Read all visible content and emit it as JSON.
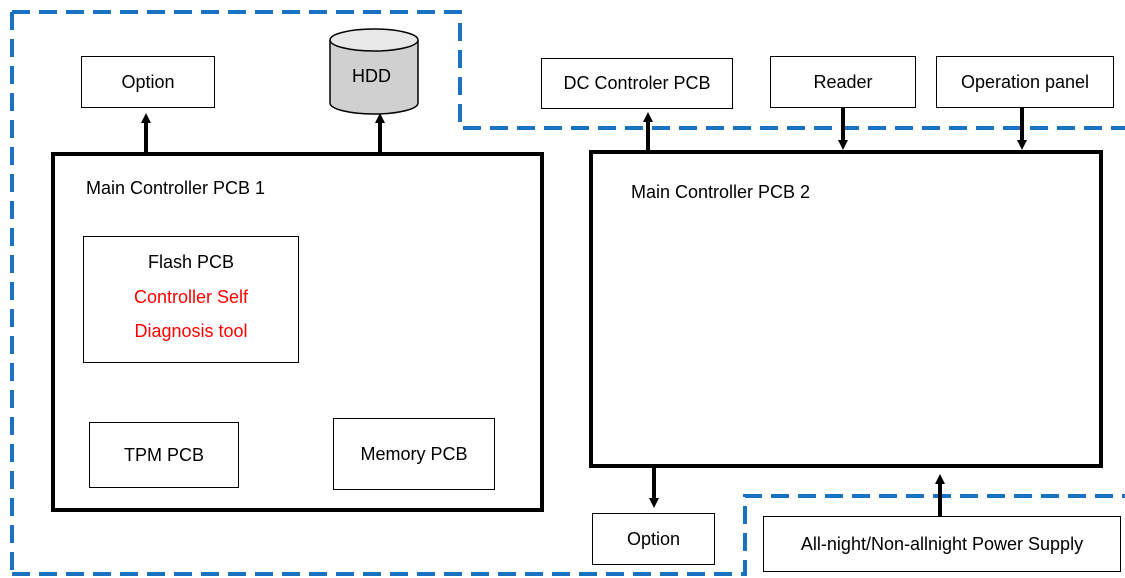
{
  "colors": {
    "dashed_border": "#1a73c2",
    "text_accent": "#ff0000",
    "line": "#000000",
    "hdd_fill": "#d4d4d4"
  },
  "nodes": {
    "option_top": "Option",
    "hdd": "HDD",
    "dc_controller": "DC Controler PCB",
    "reader": "Reader",
    "operation_panel": "Operation panel",
    "main_controller_1": "Main Controller PCB 1",
    "main_controller_2": "Main Controller PCB 2",
    "flash_pcb": {
      "title": "Flash PCB",
      "line1": "Controller Self",
      "line2": "Diagnosis tool"
    },
    "tpm_pcb": "TPM PCB",
    "memory_pcb": "Memory PCB",
    "option_bottom": "Option",
    "power_supply": "All-night/Non-allnight Power Supply"
  }
}
